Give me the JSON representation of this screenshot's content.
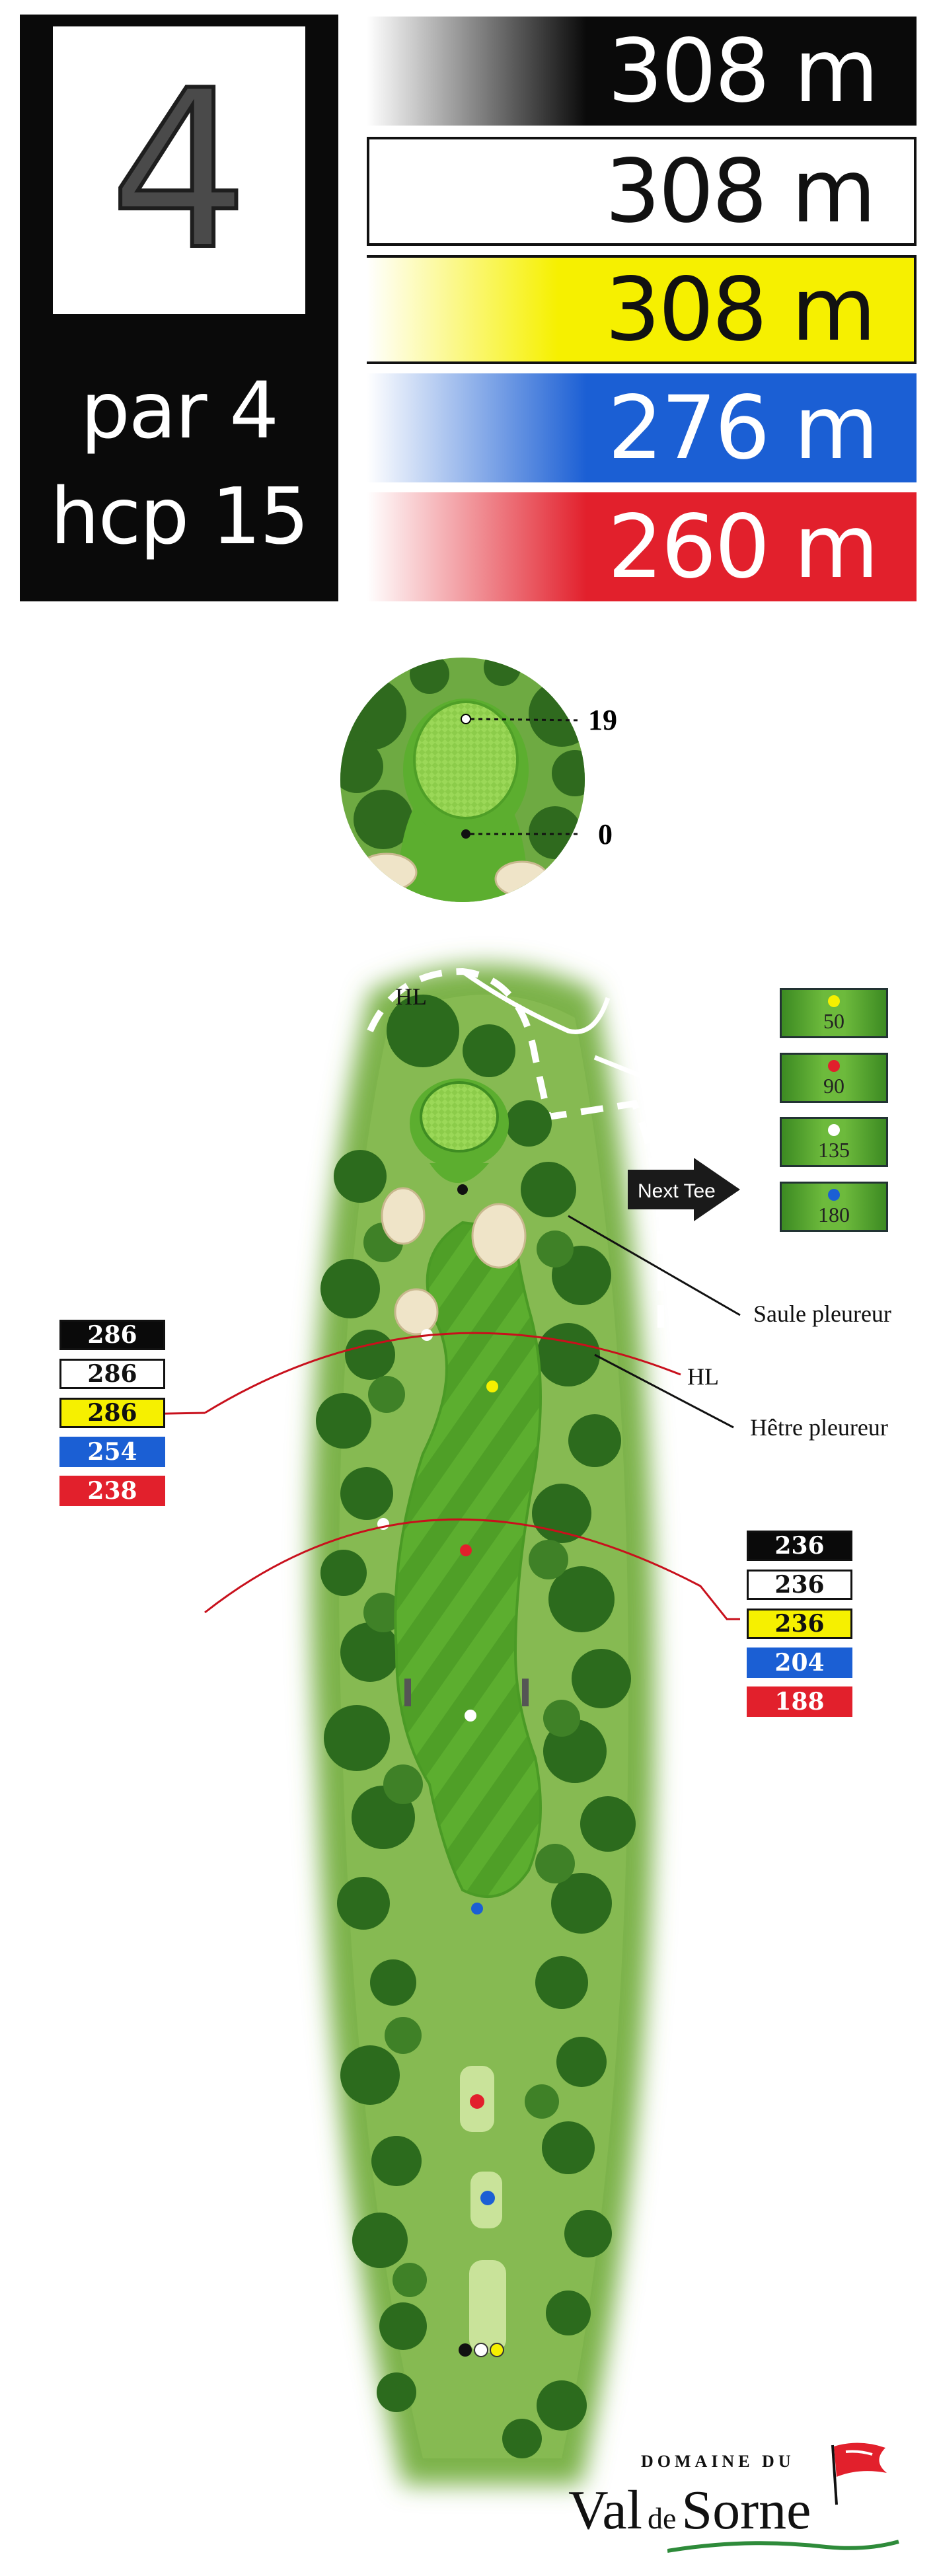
{
  "hole": {
    "number": "4",
    "par": "par 4",
    "hcp": "hcp 15"
  },
  "tees": [
    {
      "color": "black",
      "distance": "308 m"
    },
    {
      "color": "white",
      "distance": "308 m"
    },
    {
      "color": "yellow",
      "distance": "308 m"
    },
    {
      "color": "blue",
      "distance": "276 m"
    },
    {
      "color": "red",
      "distance": "260 m"
    }
  ],
  "green_inset": {
    "front": "0",
    "back": "19"
  },
  "hazards": {
    "hl_top": "HL",
    "hl_right": "HL"
  },
  "trees": {
    "saule": "Saule pleureur",
    "hetre": "Hêtre pleureur"
  },
  "next_tee": "Next Tee",
  "yardage_markers": [
    "50",
    "90",
    "135",
    "180"
  ],
  "distance_left": [
    "286",
    "286",
    "286",
    "254",
    "238"
  ],
  "distance_right": [
    "236",
    "236",
    "236",
    "204",
    "188"
  ],
  "brand": {
    "top": "DOMAINE DU",
    "name_left": "Val",
    "name_mid": "de",
    "name_right": "Sorne"
  },
  "colors": {
    "black": "#0a0a0a",
    "white": "#ffffff",
    "yellow": "#f6f000",
    "blue": "#1b5fd4",
    "red": "#e2202c",
    "fairway": "#5cae2f",
    "rough": "#8fc35c"
  }
}
